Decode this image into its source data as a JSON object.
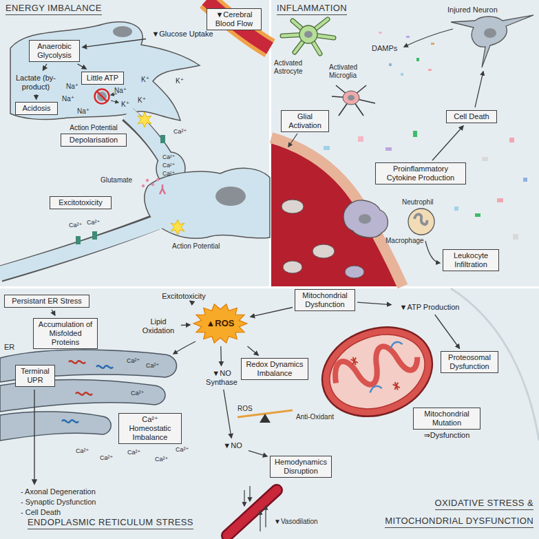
{
  "diagram": {
    "nodes": [
      {
        "text": [
          "▼Cerebral Blood Flow"
        ]
      },
      {
        "text": [
          "▼Glucose Uptake"
        ]
      },
      {
        "text": [
          "Anaerobic Glycolysis"
        ]
      },
      {
        "text": [
          "Little ATP"
        ]
      },
      {
        "text": [
          "Lactate (by-product)"
        ]
      },
      {
        "text": [
          "Acidosis"
        ]
      },
      {
        "text": [
          "Action Potential",
          "Depolarisation"
        ]
      },
      {
        "text": [
          "Excitotoxicity"
        ]
      },
      {
        "text": [
          "Glial Activation"
        ]
      },
      {
        "text": [
          "Cell Death"
        ]
      },
      {
        "text": [
          "Proinflammatory Cytokine Production"
        ]
      },
      {
        "text": [
          "Leukocyte Infiltration"
        ]
      },
      {
        "text": [
          "Persistant ER Stress"
        ]
      },
      {
        "text": [
          "Accumulation of Misfolded Proteins"
        ]
      },
      {
        "text": [
          "Terminal UPR"
        ]
      },
      {
        "text": [
          "Ca²⁺ Homeostatic Imbalance"
        ]
      },
      {
        "text": [
          "Excitotoxicity"
        ]
      },
      {
        "text": [
          "Lipid Oxidation"
        ]
      },
      {
        "text": [
          "▲ROS"
        ]
      },
      {
        "text": [
          "Mitochondrial Dysfunction"
        ]
      },
      {
        "text": [
          "Redox Dynamics Imbalance"
        ]
      },
      {
        "text": [
          "▼NO Synthase"
        ]
      },
      {
        "text": [
          "▼NO"
        ]
      },
      {
        "text": [
          "Hemodynamics Disruption"
        ]
      },
      {
        "text": [
          "▼ATP Production"
        ]
      },
      {
        "text": [
          "Proteosomal Dysfunction"
        ]
      },
      {
        "text": [
          "Mitochondrial Mutation",
          "⇒Dysfunction"
        ]
      }
    ],
    "edges": [
      {
        "from": 1,
        "to": 2,
        "arrow": "to"
      },
      {
        "from": 2,
        "to": 3,
        "arrow": "to"
      },
      {
        "from": 2,
        "to": 4,
        "arrow": "to"
      },
      {
        "from": 4,
        "to": 5,
        "arrow": "to"
      },
      {
        "from": 10,
        "to": 9,
        "arrow": "to"
      },
      {
        "from": 12,
        "to": 13,
        "arrow": "to"
      },
      {
        "from": 16,
        "to": 18,
        "arrow": "to"
      },
      {
        "from": 17,
        "to": 18,
        "arrow": "to"
      },
      {
        "from": 19,
        "to": 18,
        "arrow": "to"
      },
      {
        "from": 18,
        "to": 20,
        "arrow": "to"
      },
      {
        "from": 18,
        "to": 21,
        "arrow": "to"
      },
      {
        "from": 21,
        "to": 22,
        "arrow": "to"
      },
      {
        "from": 22,
        "to": 23,
        "arrow": "to"
      },
      {
        "from": 19,
        "to": 24,
        "arrow": "to"
      },
      {
        "from": 24,
        "to": 25,
        "arrow": "to"
      }
    ],
    "labels": [
      "ENERGY IMBALANCE",
      "INFLAMMATION",
      "ENDOPLASMIC RETICULUM STRESS",
      "OXIDATIVE STRESS &",
      "MITOCHONDRIAL DYSFUNCTION",
      "Na⁺",
      "Na⁺",
      "Na⁺",
      "Na⁺",
      "K⁺",
      "K⁺",
      "K⁺",
      "K⁺",
      "Ca²⁺",
      "Ca²⁺",
      "Ca²⁺",
      "Ca²⁺",
      "Glutamate",
      "Action Potential",
      "Ca²⁺",
      "Ca²⁺",
      "Injured Neuron",
      "DAMPs",
      "Activated Astrocyte",
      "Activated Microglia",
      "Neutrophil",
      "Macrophage",
      "ER",
      "- Axonal Degeneration",
      "- Synaptic Dysfunction",
      "- Cell Death",
      "Ca²⁺",
      "Ca²⁺",
      "Ca²⁺",
      "Ca²⁺",
      "Ca²⁺",
      "Ca²⁺",
      "Ca²⁺",
      "Ca²⁺",
      "ROS",
      "Anti-Oxidant",
      "▼Vasodilation"
    ]
  }
}
